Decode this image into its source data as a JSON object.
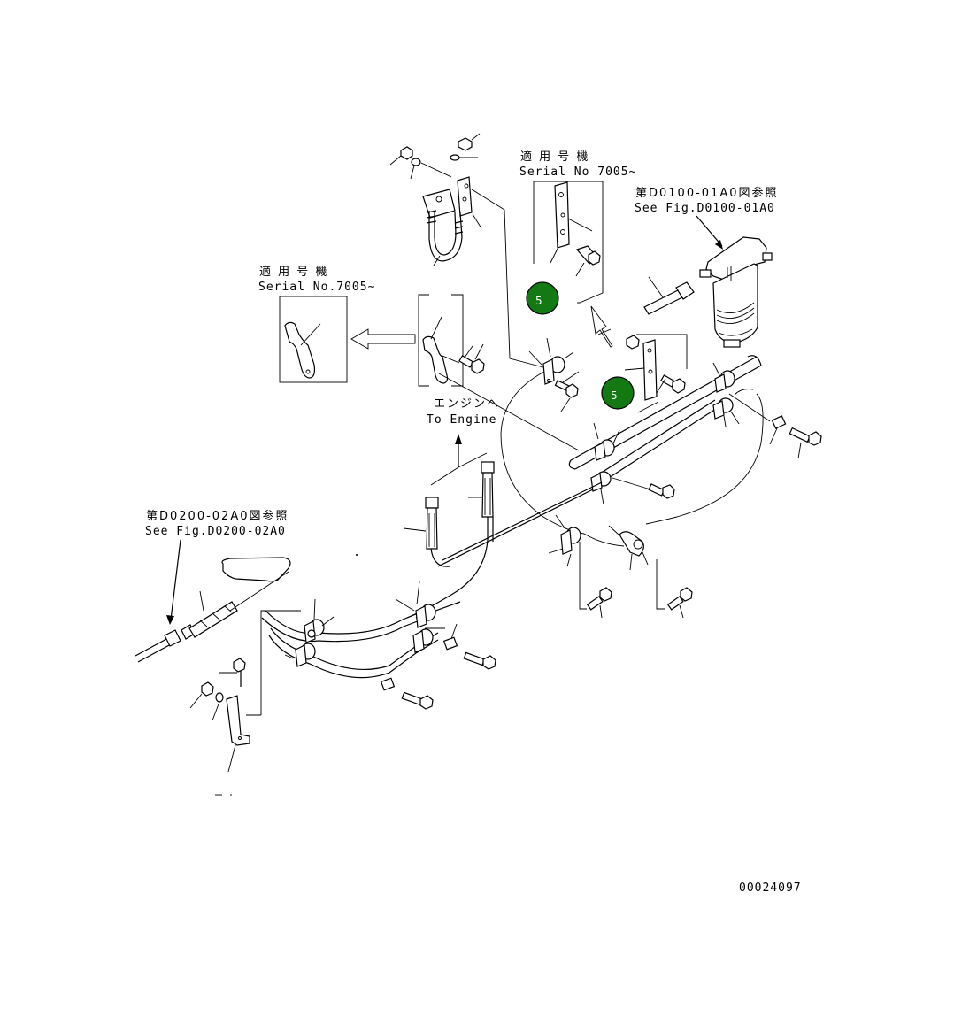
{
  "labels": {
    "serial_top_jp": "適 用 号 機",
    "serial_top_en": "Serial No 7005~",
    "serial_left_jp": "適 用 号 機",
    "serial_left_en": "Serial No.7005~",
    "fig_ref_right_jp": "第D0100-01A0図参照",
    "fig_ref_right_en": "See Fig.D0100-01A0",
    "fig_ref_left_jp": "第D0200-02A0図参照",
    "fig_ref_left_en": "See Fig.D0200-02A0",
    "engine_jp": "エンジンへ",
    "engine_en": "To Engine",
    "drawing_number": "00024097"
  },
  "callouts": [
    {
      "text": "5"
    },
    {
      "text": "5"
    }
  ],
  "colors": {
    "callout_fill": "#137a13",
    "line": "#000000"
  }
}
